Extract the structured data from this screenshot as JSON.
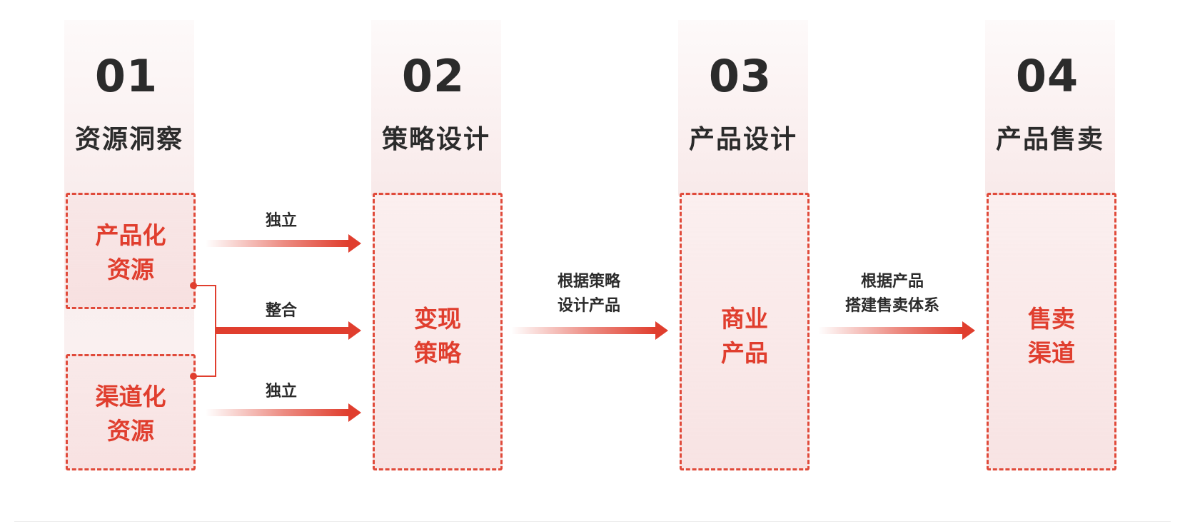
{
  "steps": [
    {
      "num": "01",
      "title": "资源洞察"
    },
    {
      "num": "02",
      "title": "策略设计"
    },
    {
      "num": "03",
      "title": "产品设计"
    },
    {
      "num": "04",
      "title": "产品售卖"
    }
  ],
  "boxes": {
    "productized": [
      "产品化",
      "资源"
    ],
    "channelized": [
      "渠道化",
      "资源"
    ],
    "monetization": [
      "变现",
      "策略"
    ],
    "commercial": [
      "商业",
      "产品"
    ],
    "sales": [
      "售卖",
      "渠道"
    ]
  },
  "arrows": {
    "top": "独立",
    "middle": "整合",
    "bottom": "独立",
    "strategy_to_product": [
      "根据策略",
      "设计产品"
    ],
    "product_to_sales": [
      "根据产品",
      "搭建售卖体系"
    ]
  },
  "colors": {
    "accent": "#e03e2e",
    "text": "#2b2b2b",
    "box_fill": "#f7e3e3"
  }
}
